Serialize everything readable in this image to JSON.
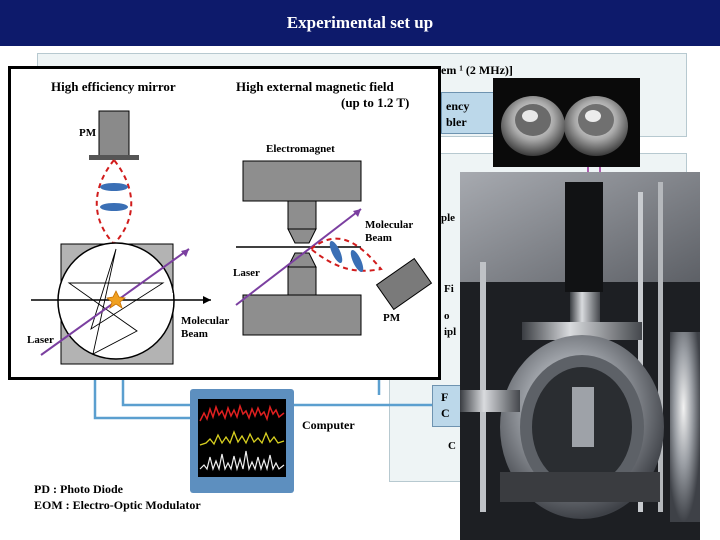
{
  "slide": {
    "title": "Experimental set up"
  },
  "background_diagram": {
    "system_label_fragment": "em ¹ (2 MHz)]",
    "box_fragment_1": "ency",
    "box_fragment_2": "bler",
    "frag_samp": "ple",
    "frag_fi": "Fi",
    "frag_o": "o",
    "frag_ipl": "ipl",
    "frag_f": "F",
    "frag_c": "C",
    "frag_c2": "C",
    "computer_label": "Computer",
    "legend_pd": "PD : Photo Diode",
    "legend_eom": "EOM : Electro-Optic Modulator"
  },
  "inset": {
    "left_heading": "High efficiency mirror",
    "right_heading_line1": "High external magnetic field",
    "right_heading_line2": "(up to 1.2 T)",
    "pm_top": "PM",
    "laser_left": "Laser",
    "molecular_beam_left_1": "Molecular",
    "molecular_beam_left_2": "Beam",
    "electromagnet": "Electromagnet",
    "molecular_beam_right_1": "Molecular",
    "molecular_beam_right_2": "Beam",
    "laser_right": "Laser",
    "pm_right": "PM"
  },
  "colors": {
    "title_bar": "#0d1a6b",
    "laser_line": "#7b3fa0",
    "beam_dash": "#d11c1c",
    "lens": "#3a6fb5",
    "panel_blue": "#bcd8ea"
  }
}
